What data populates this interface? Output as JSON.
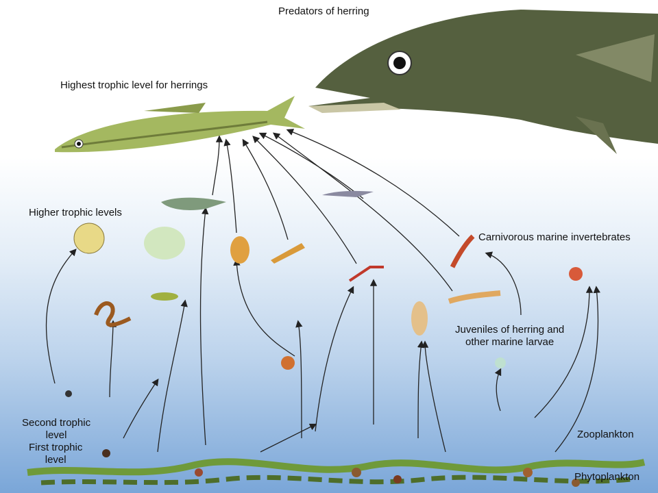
{
  "labels": {
    "predators": "Predators of herring",
    "highest": "Highest trophic level for herrings",
    "higher": "Higher trophic levels",
    "carnivorous": "Carnivorous marine invertebrates",
    "juveniles_1": "Juveniles of herring and",
    "juveniles_2": "other marine larvae",
    "second_1": "Second trophic",
    "second_2": "level",
    "first_1": "First trophic",
    "first_2": "level",
    "zooplankton": "Zooplankton",
    "phytoplankton": "Phytoplankton"
  },
  "colors": {
    "water_top": "#ffffff",
    "water_mid": "#c9dcef",
    "water_bottom": "#7aa6d8",
    "predator": "#4f5a3c",
    "herring": "#a4b860",
    "arrow": "#222222"
  }
}
